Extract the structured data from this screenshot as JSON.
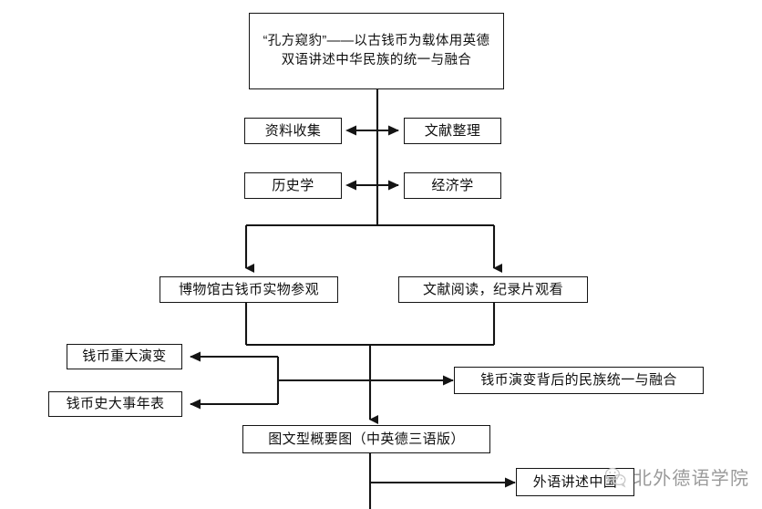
{
  "diagram": {
    "type": "flowchart",
    "title_node": {
      "id": "root",
      "text": "“孔方窥豹”——以古钱币为载体用英德\n双语讲述中华民族的统一与融合"
    },
    "nodes": [
      {
        "id": "data-collection",
        "text": "资料收集"
      },
      {
        "id": "literature-review",
        "text": "文献整理"
      },
      {
        "id": "history",
        "text": "历史学"
      },
      {
        "id": "economics",
        "text": "经济学"
      },
      {
        "id": "museum-visit",
        "text": "博物馆古钱币实物参观"
      },
      {
        "id": "reading-docs",
        "text": "文献阅读，纪录片观看"
      },
      {
        "id": "coin-evolution",
        "text": "钱币重大演变"
      },
      {
        "id": "coin-chronicle",
        "text": "钱币史大事年表"
      },
      {
        "id": "ethnic-unity",
        "text": "钱币演变背后的民族统一与融合"
      },
      {
        "id": "summary-graphic",
        "text": "图文型概要图（中英德三语版）"
      },
      {
        "id": "tell-china",
        "text": "外语讲述中国"
      }
    ],
    "edges": [
      {
        "from": "data-collection",
        "to": "literature-review",
        "style": "double-arrow"
      },
      {
        "from": "history",
        "to": "economics",
        "style": "double-arrow"
      },
      {
        "from": "root",
        "to": "museum-visit",
        "style": "arrow"
      },
      {
        "from": "root",
        "to": "reading-docs",
        "style": "arrow"
      },
      {
        "from": "museum-visit",
        "to": "coin-evolution",
        "style": "arrow"
      },
      {
        "from": "reading-docs",
        "to": "coin-chronicle",
        "style": "arrow"
      },
      {
        "from": "reading-docs",
        "to": "ethnic-unity",
        "style": "arrow"
      },
      {
        "from": "museum-visit",
        "to": "summary-graphic",
        "style": "arrow"
      },
      {
        "from": "summary-graphic",
        "to": "tell-china",
        "style": "arrow"
      }
    ],
    "colors": {
      "stroke": "#141414",
      "box_fill": "#ffffff",
      "text": "#101010",
      "background": "#ffffff",
      "watermark": "#9a9a9a"
    }
  },
  "watermark": {
    "icon": "wechat-icon",
    "text": "北外德语学院"
  }
}
